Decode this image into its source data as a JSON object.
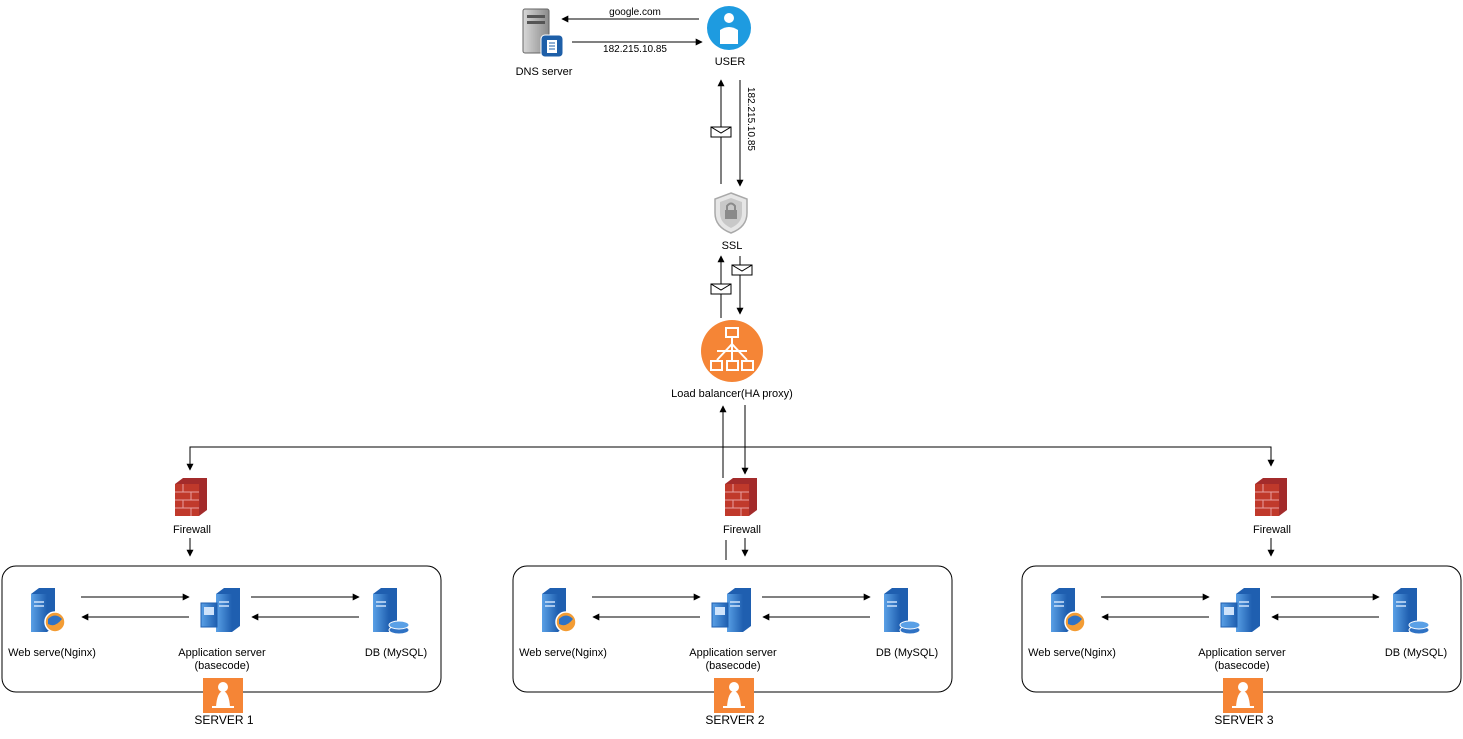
{
  "dns": {
    "label": "DNS server",
    "query": "google.com",
    "reply_ip": "182.215.10.85"
  },
  "user": {
    "label": "USER",
    "ip_to_user": "182.215.10.85"
  },
  "ssl": {
    "label": "SSL"
  },
  "load_balancer": {
    "label": "Load balancer(HA proxy)"
  },
  "firewall_label": "Firewall",
  "servers": [
    {
      "name": "SERVER 1",
      "web": "Web serve(Nginx)",
      "app_line1": "Application server",
      "app_line2": "(basecode)",
      "db": "DB (MySQL)"
    },
    {
      "name": "SERVER 2",
      "web": "Web serve(Nginx)",
      "app_line1": "Application server",
      "app_line2": "(basecode)",
      "db": "DB (MySQL)"
    },
    {
      "name": "SERVER 3",
      "web": "Web serve(Nginx)",
      "app_line1": "Application server",
      "app_line2": "(basecode)",
      "db": "DB (MySQL)"
    }
  ],
  "colors": {
    "line": "#000000",
    "accent_orange": "#f58536",
    "user_blue": "#1e9be0",
    "server_blue": "#2f72c4",
    "firewall_red": "#c0392b"
  },
  "icons": [
    "dns-server-icon",
    "user-icon",
    "ssl-shield-icon",
    "load-balancer-icon",
    "firewall-icon",
    "web-server-icon",
    "app-server-icon",
    "database-server-icon",
    "linux-tux-icon",
    "envelope-icon"
  ]
}
